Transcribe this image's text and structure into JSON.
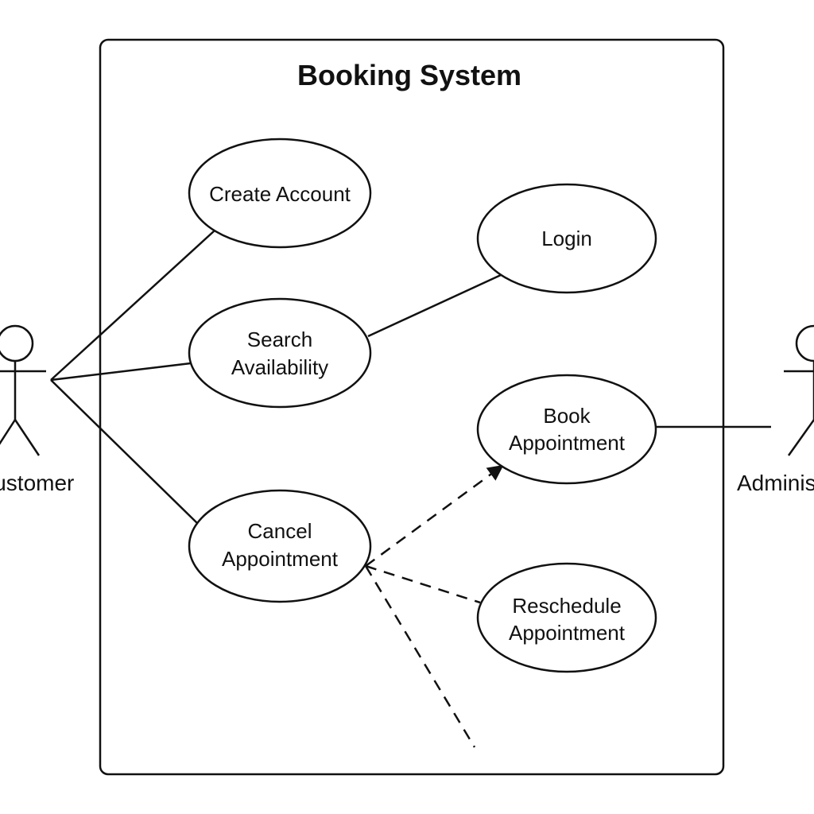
{
  "system": {
    "title": "Booking System"
  },
  "actors": {
    "customer": {
      "label": "Customer"
    },
    "admin": {
      "label": "Administrator"
    }
  },
  "use_cases": {
    "create_account": {
      "line1": "Create Account",
      "line2": ""
    },
    "login": {
      "line1": "Login",
      "line2": ""
    },
    "search_availability": {
      "line1": "Search",
      "line2": "Availability"
    },
    "book_appointment": {
      "line1": "Book",
      "line2": "Appointment"
    },
    "cancel_appointment": {
      "line1": "Cancel",
      "line2": "Appointment"
    },
    "reschedule_appointment": {
      "line1": "Reschedule",
      "line2": "Appointment"
    }
  },
  "colors": {
    "stroke": "#111111",
    "background": "#ffffff"
  }
}
